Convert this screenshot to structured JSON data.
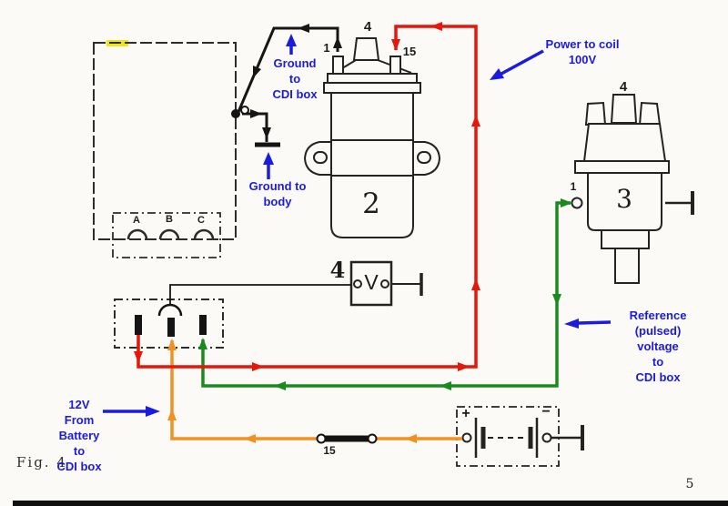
{
  "figure": {
    "caption": "Fig. 4",
    "page_number": "5"
  },
  "colors": {
    "wire_red": "#e8150a",
    "wire_green": "#1a8a1e",
    "wire_orange": "#f29120",
    "wire_black": "#161616",
    "annotation_blue": "#1b1be0",
    "highlight_yellow": "#f2e516"
  },
  "components": {
    "cdi_box": {
      "terminal_a": "A",
      "terminal_b": "B",
      "terminal_c": "C"
    },
    "ignition_coil": {
      "number": "2",
      "ht_terminal": "4",
      "terminal_left": "1",
      "terminal_right": "15"
    },
    "distributor": {
      "number": "3",
      "ht_terminal": "4",
      "terminal_side": "1"
    },
    "voltmeter": {
      "number": "4",
      "symbol": "V"
    },
    "fuse": {
      "terminal": "15"
    },
    "battery": {
      "positive": "+",
      "negative": "−"
    }
  },
  "annotations": {
    "ground_to_cdi": {
      "lines": [
        "Ground",
        "to",
        "CDI box"
      ]
    },
    "ground_to_body": {
      "lines": [
        "Ground to",
        "body"
      ]
    },
    "power_to_coil": {
      "lines": [
        "Power to coil",
        "100V"
      ]
    },
    "reference_voltage": {
      "lines": [
        "Reference",
        "(pulsed)",
        "voltage",
        "to",
        "CDI box"
      ]
    },
    "battery_12v": {
      "lines": [
        "12V",
        "From",
        "Battery",
        "to",
        "CDI box"
      ]
    }
  }
}
